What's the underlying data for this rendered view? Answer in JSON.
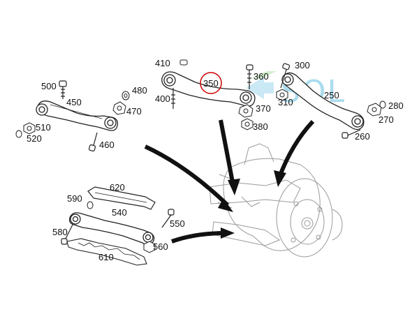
{
  "watermark": {
    "text": "SOL",
    "color": "#a9dcef"
  },
  "highlight_color": "#cc0000",
  "part_numbers": {
    "p500": "500",
    "p450": "450",
    "p480": "480",
    "p470": "470",
    "p510": "510",
    "p520": "520",
    "p460": "460",
    "p410": "410",
    "p400": "400",
    "p350": "350",
    "p360": "360",
    "p370": "370",
    "p380": "380",
    "p310": "310",
    "p300": "300",
    "p250": "250",
    "p280": "280",
    "p270": "270",
    "p260": "260",
    "p620": "620",
    "p590": "590",
    "p540": "540",
    "p550": "550",
    "p580": "580",
    "p560": "560",
    "p610": "610"
  },
  "highlighted_part": "350"
}
